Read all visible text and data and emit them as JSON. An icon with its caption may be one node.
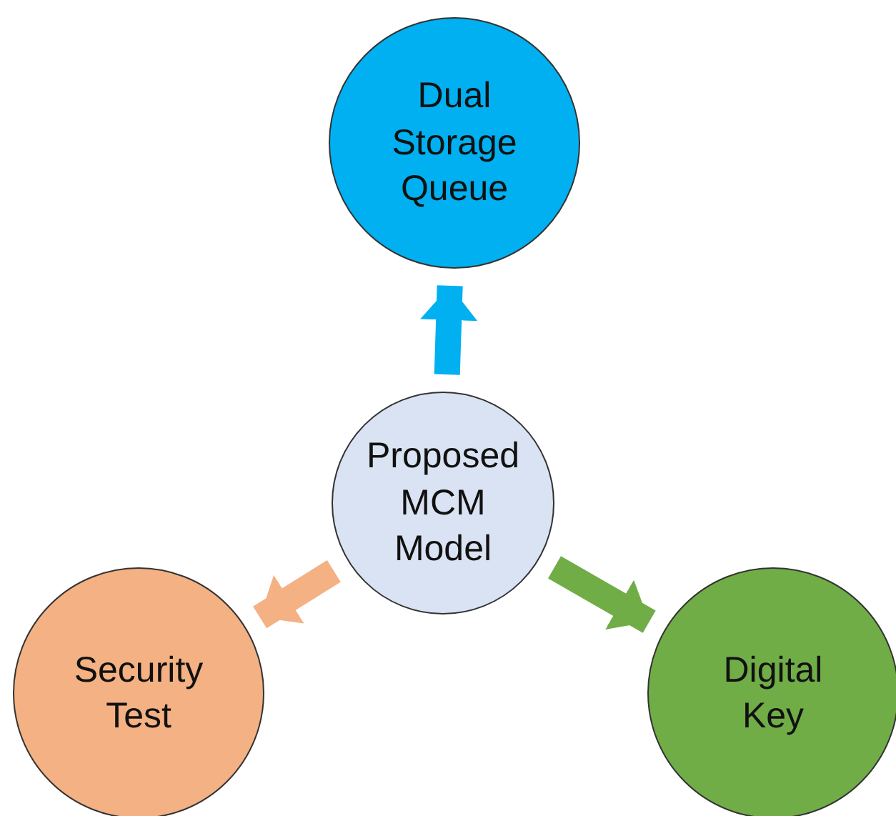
{
  "diagram": {
    "nodes": [
      {
        "text": [
          "Dual Storage Queue"
        ]
      },
      {
        "text": [
          "Proposed MCM Model"
        ]
      },
      {
        "text": [
          "Security Test"
        ]
      },
      {
        "text": [
          "Digital Key"
        ]
      }
    ],
    "edges": [
      {
        "from": 1,
        "to": 0,
        "arrow": "to",
        "color": "#00b0f0"
      },
      {
        "from": 1,
        "to": 2,
        "arrow": "to",
        "color": "#f4b183"
      },
      {
        "from": 1,
        "to": 3,
        "arrow": "to",
        "color": "#70ad47"
      }
    ]
  }
}
